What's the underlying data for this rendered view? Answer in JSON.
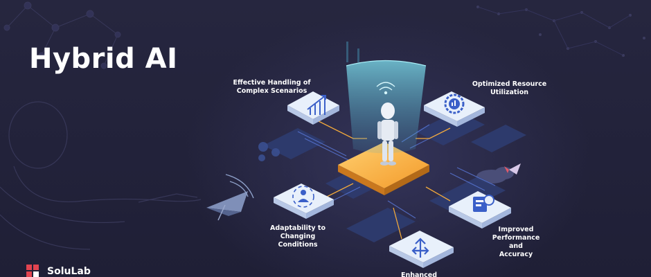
{
  "title": "Hybrid AI",
  "features": {
    "complex": {
      "lines": [
        "Effective Handling of",
        "Complex Scenarios"
      ],
      "icon": "chart-growth-icon"
    },
    "resource": {
      "lines": [
        "Optimized Resource",
        "Utilization"
      ],
      "icon": "gear-chart-icon"
    },
    "adapt": {
      "lines": [
        "Adaptability to",
        "Changing",
        "Conditions"
      ],
      "icon": "people-cycle-icon"
    },
    "performance": {
      "lines": [
        "Improved",
        "Performance and",
        "Accuracy"
      ],
      "icon": "dashboard-gear-icon"
    },
    "enhanced": {
      "lines": [
        "Enhanced"
      ],
      "icon": "arrows-split-icon"
    }
  },
  "brand": {
    "name": "SoluLab"
  },
  "colors": {
    "background": "#23233a",
    "chip": "#f2a93b",
    "hologram": "#6fd3e6",
    "tile": "#e8f0fb",
    "icon": "#3a5fc8"
  }
}
